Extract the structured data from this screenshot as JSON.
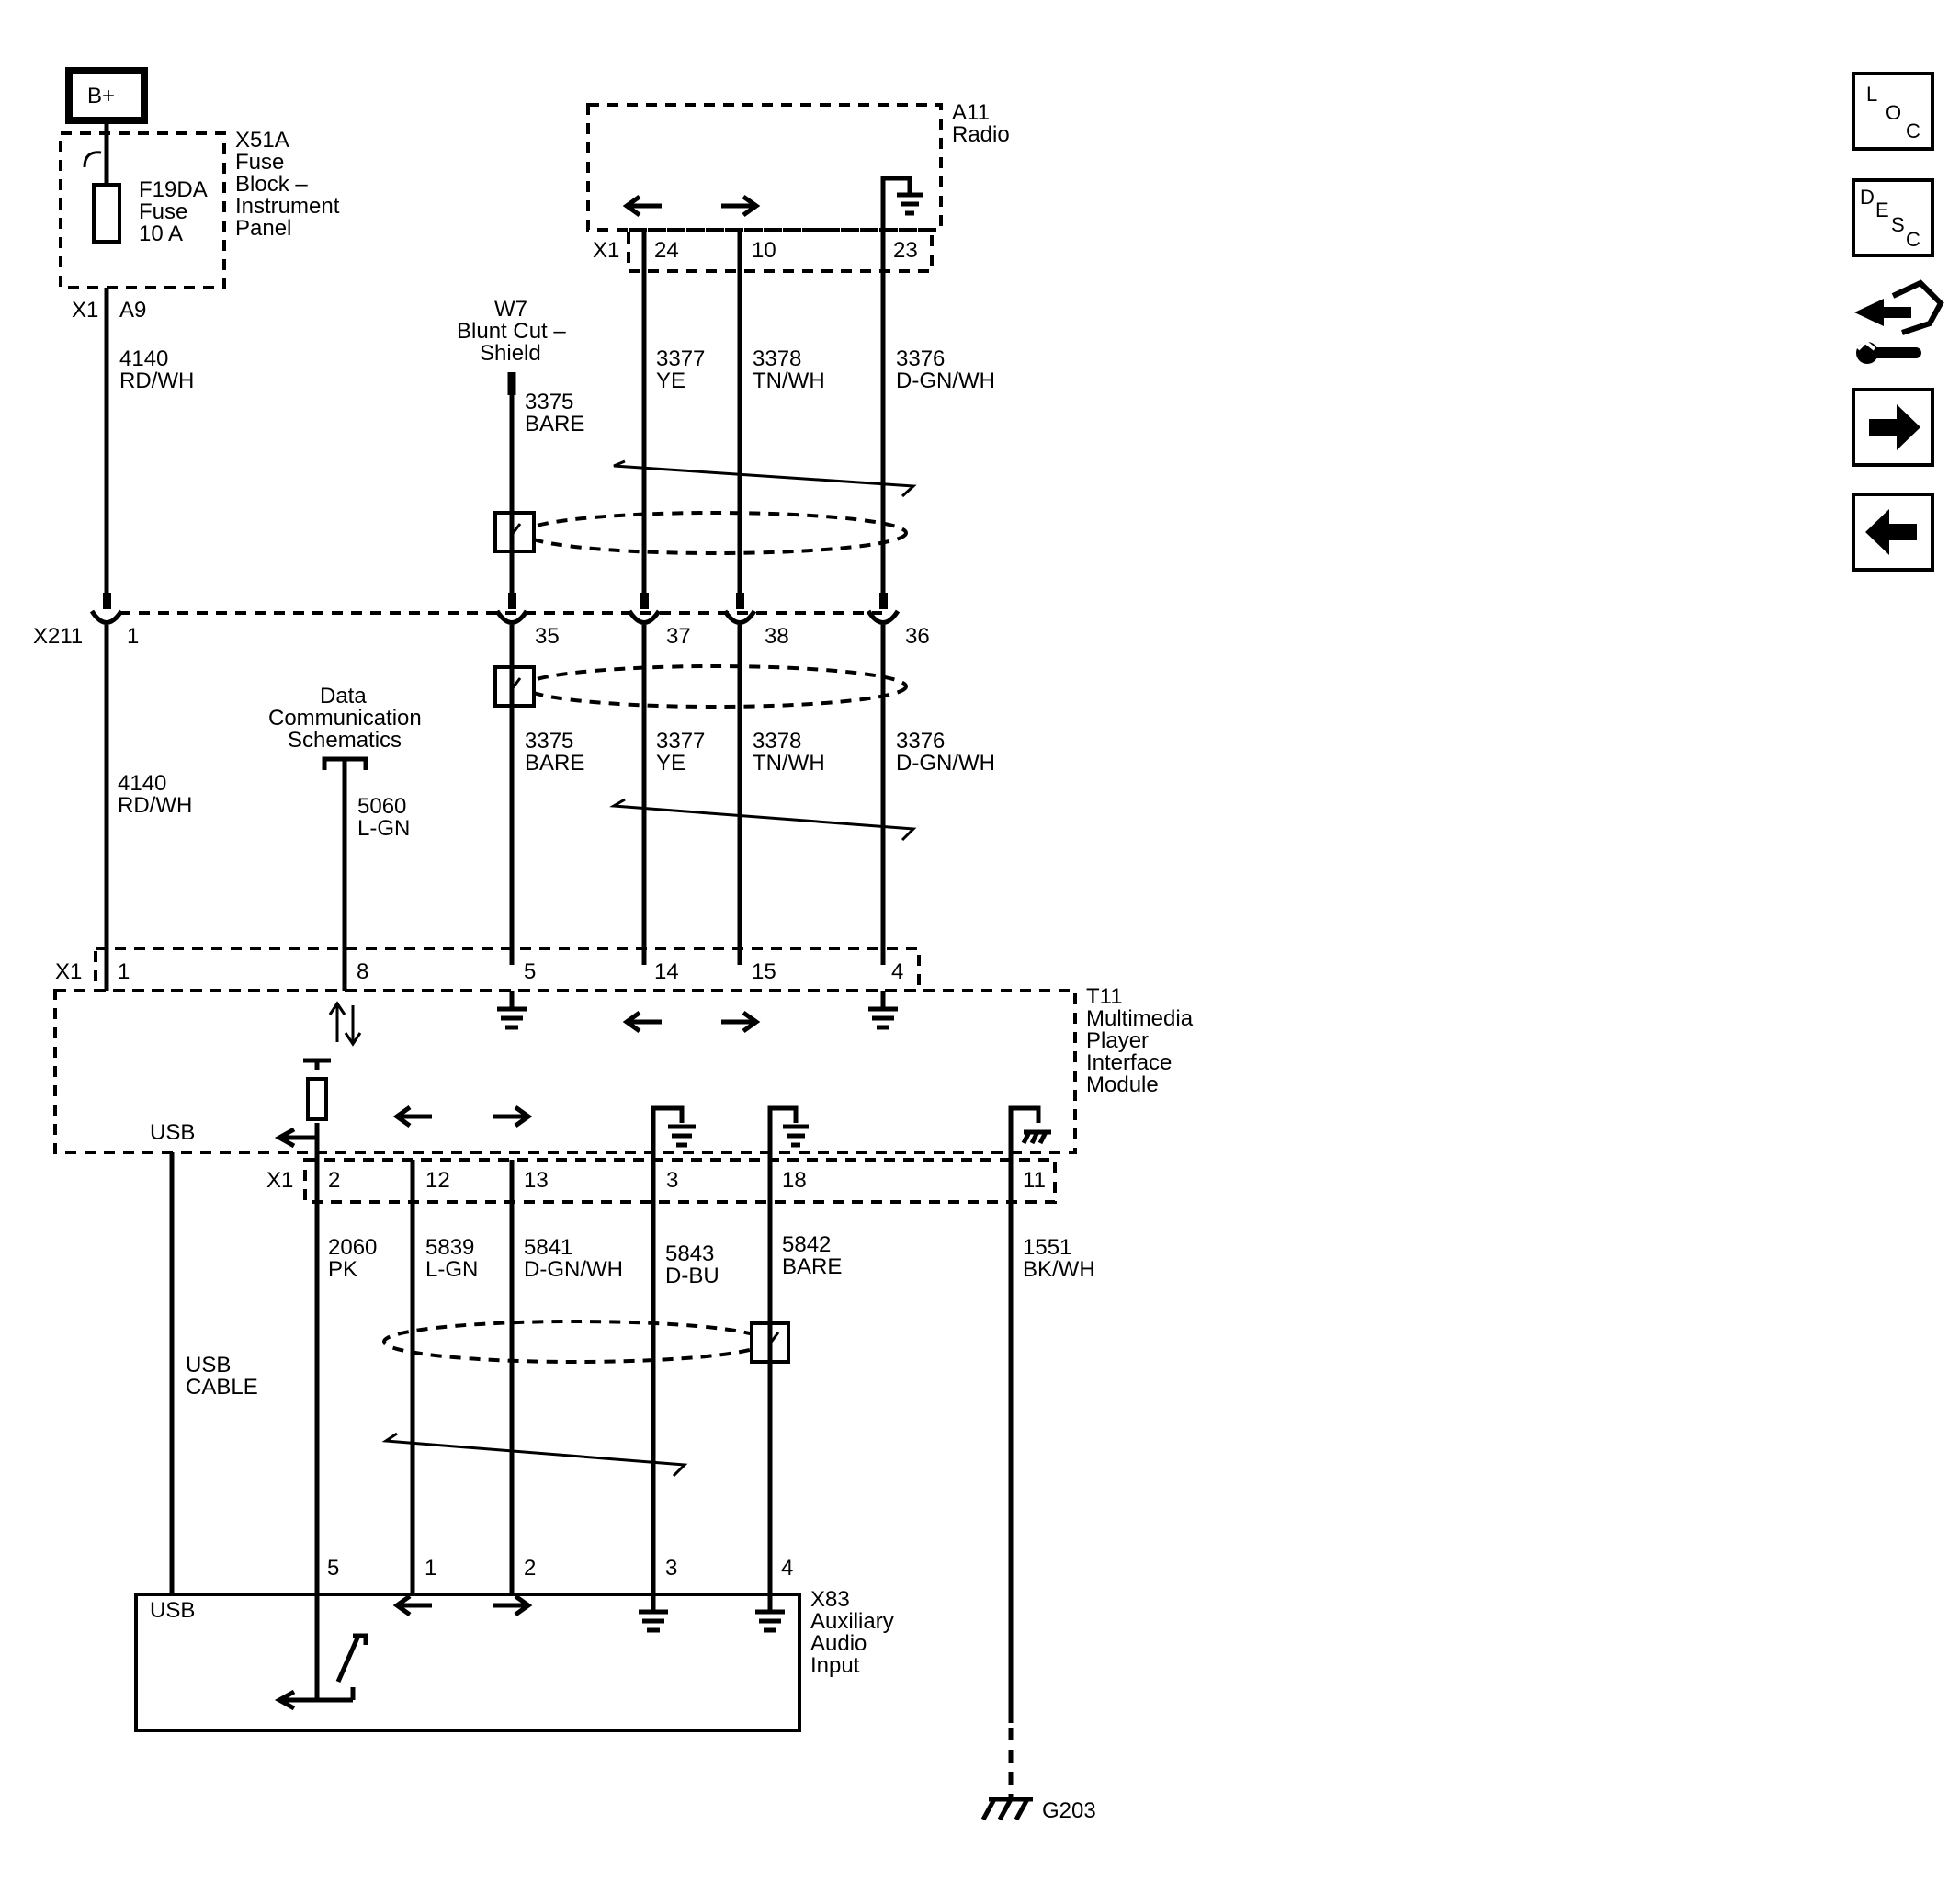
{
  "battery": "B+",
  "fuse_block": {
    "name": "X51A",
    "desc": [
      "Fuse",
      "Block –",
      "Instrument",
      "Panel"
    ]
  },
  "fuse": {
    "name": "F19DA",
    "line2": "Fuse",
    "rating": "10 A"
  },
  "fuse_conn": {
    "conn": "X1",
    "pin": "A9"
  },
  "radio": {
    "name": "A11",
    "desc": "Radio",
    "conn": "X1",
    "pins": [
      "24",
      "10",
      "23"
    ]
  },
  "shield": {
    "name": "W7",
    "desc": [
      "Blunt Cut –",
      "Shield"
    ]
  },
  "inline_conn": {
    "name": "X211",
    "pins": [
      "1",
      "35",
      "37",
      "38",
      "36"
    ]
  },
  "data_comm": [
    "Data",
    "Communication",
    "Schematics"
  ],
  "upper_wires": [
    {
      "circuit": "4140",
      "color": "RD/WH"
    },
    {
      "circuit": "3375",
      "color": "BARE"
    },
    {
      "circuit": "3377",
      "color": "YE"
    },
    {
      "circuit": "3378",
      "color": "TN/WH"
    },
    {
      "circuit": "3376",
      "color": "D-GN/WH"
    }
  ],
  "middle_wires": [
    {
      "circuit": "4140",
      "color": "RD/WH"
    },
    {
      "circuit": "5060",
      "color": "L-GN"
    },
    {
      "circuit": "3375",
      "color": "BARE"
    },
    {
      "circuit": "3377",
      "color": "YE"
    },
    {
      "circuit": "3378",
      "color": "TN/WH"
    },
    {
      "circuit": "3376",
      "color": "D-GN/WH"
    }
  ],
  "module": {
    "name": "T11",
    "desc": [
      "Multimedia",
      "Player",
      "Interface",
      "Module"
    ],
    "usb": "USB"
  },
  "module_top": {
    "conn": "X1",
    "pins": [
      "1",
      "8",
      "5",
      "14",
      "15",
      "4"
    ]
  },
  "module_bottom": {
    "conn": "X1",
    "pins": [
      "2",
      "12",
      "13",
      "3",
      "18",
      "11"
    ]
  },
  "lower_wires": [
    {
      "circuit": "2060",
      "color": "PK"
    },
    {
      "circuit": "5839",
      "color": "L-GN"
    },
    {
      "circuit": "5841",
      "color": "D-GN/WH"
    },
    {
      "circuit": "5843",
      "color": "D-BU"
    },
    {
      "circuit": "5842",
      "color": "BARE"
    },
    {
      "circuit": "1551",
      "color": "BK/WH"
    }
  ],
  "usb_cable": [
    "USB",
    "CABLE"
  ],
  "aux": {
    "name": "X83",
    "desc": [
      "Auxiliary",
      "Audio",
      "Input"
    ],
    "usb": "USB",
    "pins": [
      "5",
      "1",
      "2",
      "3",
      "4"
    ]
  },
  "ground": "G203",
  "nav": {
    "loc": [
      "L",
      "O",
      "C"
    ],
    "desc": [
      "D",
      "E",
      "S",
      "C"
    ],
    "icons": [
      "loc-icon",
      "desc-icon",
      "repair-icon",
      "next-arrow-icon",
      "back-arrow-icon"
    ]
  }
}
